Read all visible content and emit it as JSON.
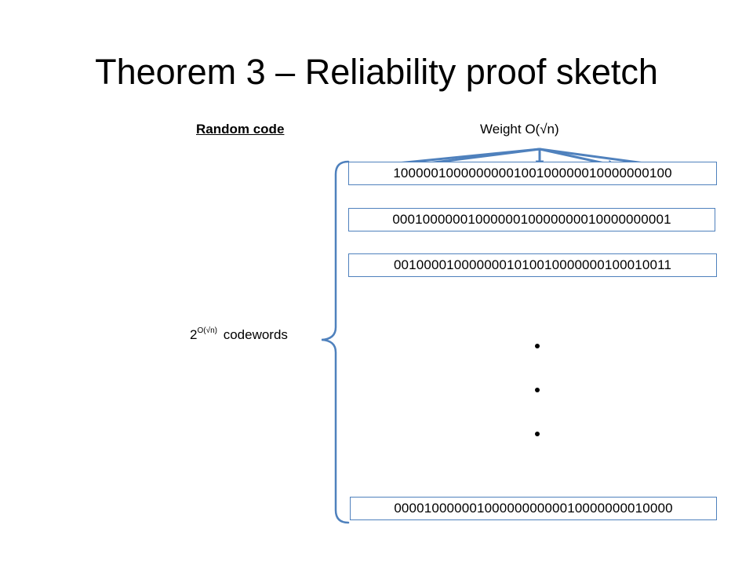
{
  "slide": {
    "title": "Theorem 3 – Reliability proof sketch",
    "random_code_label": "Random code",
    "weight_label": "Weight O(√n)",
    "codeword_count": {
      "base": "2",
      "exponent": "O(√n)",
      "suffix": "codewords"
    },
    "codewords": [
      "1000001000000000100100000010000000100",
      "0001000000100000010000000010000000001",
      "0010000100000001010010000000100010011",
      "0000100000010000000000010000000010000"
    ],
    "ellipsis": [
      ".",
      ".",
      "."
    ]
  },
  "colors": {
    "accent": "#4f81bd",
    "text": "#000000",
    "background": "#ffffff"
  }
}
